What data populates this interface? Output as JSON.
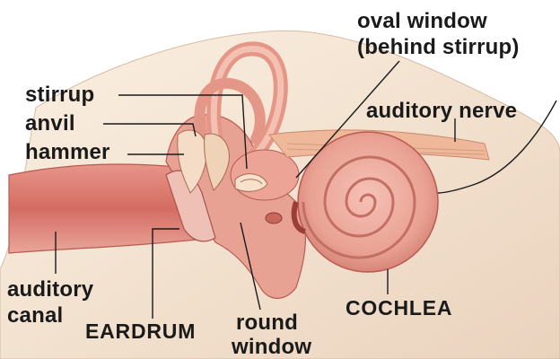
{
  "labels": {
    "oval_window_line1": "oval window",
    "oval_window_line2": "(behind stirrup)",
    "stirrup": "stirrup",
    "anvil": "anvil",
    "hammer": "hammer",
    "auditory_nerve": "auditory nerve",
    "auditory_canal_line1": "auditory",
    "auditory_canal_line2": "canal",
    "eardrum": "EARDRUM",
    "round_window_line1": "round",
    "round_window_line2": "window",
    "cochlea": "COCHLEA"
  },
  "colors": {
    "skin": "#f3d9c6",
    "bone": "#f6e6d4",
    "tissue": "#e69a8c",
    "tissue_dark": "#b95a52",
    "canal": "#d9776d",
    "nerve": "#f0b89a",
    "leader": "#1a1a1a"
  }
}
